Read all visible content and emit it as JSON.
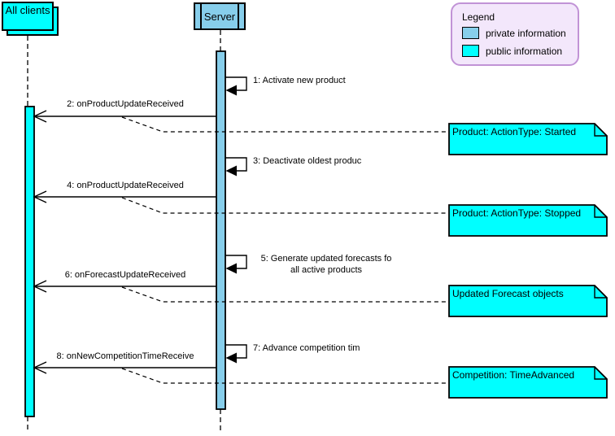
{
  "actors": {
    "clients": "All clients",
    "server": "Server"
  },
  "legend": {
    "title": "Legend",
    "items": [
      {
        "label": "private information",
        "color": "#87CEEB"
      },
      {
        "label": "public information",
        "color": "#00FFFF"
      }
    ]
  },
  "messages": {
    "m1": "1: Activate new product",
    "m2": "2: onProductUpdateReceived",
    "m3": "3: Deactivate oldest produc",
    "m4": "4: onProductUpdateReceived",
    "m5_line1": "5: Generate updated forecasts fo",
    "m5_line2": "all active products",
    "m6": "6: onForecastUpdateReceived",
    "m7": "7: Advance competition tim",
    "m8": "8: onNewCompetitionTimeReceive"
  },
  "notes": {
    "n1": "Product: ActionType: Started",
    "n2": "Product: ActionType: Stopped",
    "n3": "Updated Forecast objects",
    "n4": "Competition: TimeAdvanced"
  },
  "colors": {
    "private_info": "#87CEEB",
    "public_info": "#00FFFF",
    "legend_bg": "#F3E7FB",
    "legend_border": "#C193D6",
    "line": "#000000"
  }
}
